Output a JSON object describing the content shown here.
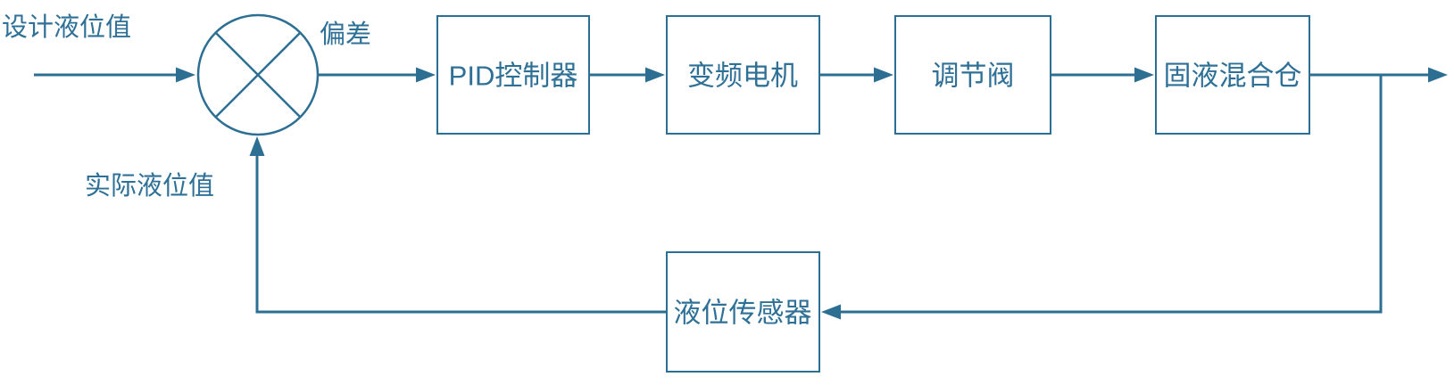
{
  "colors": {
    "line": "#2d6f93",
    "text": "#2e7096",
    "background": "#ffffff"
  },
  "diagram": {
    "type": "control-loop-block-diagram",
    "setpoint_label": "设计液位值",
    "error_label": "偏差",
    "feedback_label": "实际液位值",
    "blocks": {
      "pid_controller": "PID控制器",
      "vfd_motor": "变频电机",
      "control_valve": "调节阀",
      "mixing_tank": "固液混合仓",
      "level_sensor": "液位传感器"
    }
  }
}
